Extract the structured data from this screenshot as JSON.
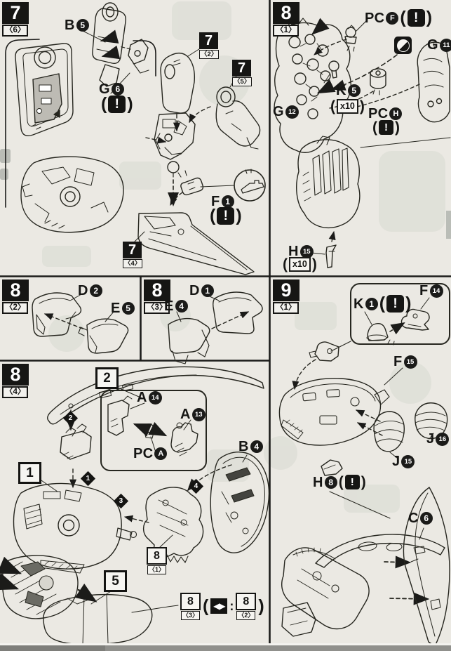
{
  "symbols": {
    "open": "(",
    "close": ")",
    "colon": ":",
    "bang": "!",
    "mirror_arrows": "◀▶"
  },
  "headers": {
    "s7": {
      "num": "7",
      "sub": "〈6〉"
    },
    "s81": {
      "num": "8",
      "sub": "〈1〉"
    },
    "s82": {
      "num": "8",
      "sub": "〈2〉"
    },
    "s83": {
      "num": "8",
      "sub": "〈3〉"
    },
    "s84": {
      "num": "8",
      "sub": "〈4〉"
    },
    "s91": {
      "num": "9",
      "sub": "〈1〉"
    }
  },
  "refs": {
    "r72": {
      "num": "7",
      "sub": "〈2〉"
    },
    "r75": {
      "num": "7",
      "sub": "〈5〉"
    },
    "r74": {
      "num": "7",
      "sub": "〈4〉"
    },
    "r81": {
      "num": "8",
      "sub": "〈1〉"
    },
    "r83": {
      "num": "8",
      "sub": "〈3〉"
    },
    "r82": {
      "num": "8",
      "sub": "〈2〉"
    }
  },
  "parts": {
    "b5": {
      "prefix": "B",
      "num": "5"
    },
    "g6": {
      "prefix": "G",
      "num": "6"
    },
    "f1": {
      "prefix": "F",
      "num": "1"
    },
    "pcf": {
      "prefix": "PC",
      "num": "F"
    },
    "g11": {
      "prefix": "G",
      "num": "11"
    },
    "g12": {
      "prefix": "G",
      "num": "12"
    },
    "k5": {
      "prefix": "K",
      "num": "5",
      "qty": "x10"
    },
    "pch": {
      "prefix": "PC",
      "num": "H"
    },
    "h15": {
      "prefix": "H",
      "num": "15",
      "qty": "x10"
    },
    "d2": {
      "prefix": "D",
      "num": "2"
    },
    "e5": {
      "prefix": "E",
      "num": "5"
    },
    "d1": {
      "prefix": "D",
      "num": "1"
    },
    "e4": {
      "prefix": "E",
      "num": "4"
    },
    "a14": {
      "prefix": "A",
      "num": "14"
    },
    "a13": {
      "prefix": "A",
      "num": "13"
    },
    "pca": {
      "prefix": "PC",
      "num": "A"
    },
    "b4": {
      "prefix": "B",
      "num": "4"
    },
    "k1": {
      "prefix": "K",
      "num": "1"
    },
    "f14": {
      "prefix": "F",
      "num": "14"
    },
    "f15": {
      "prefix": "F",
      "num": "15"
    },
    "j16": {
      "prefix": "J",
      "num": "16"
    },
    "j15": {
      "prefix": "J",
      "num": "15"
    },
    "h8": {
      "prefix": "H",
      "num": "8"
    },
    "c6": {
      "prefix": "C",
      "num": "6"
    }
  },
  "sequence_badges": {
    "s1": "1",
    "s2": "2",
    "s5": "5"
  },
  "order_markers": {
    "m1": "1",
    "m2": "2",
    "m3": "3",
    "m4": "4"
  },
  "colors": {
    "ink": "#1b1b19",
    "paper": "#ebe9e3",
    "badge_black": "#161614"
  }
}
